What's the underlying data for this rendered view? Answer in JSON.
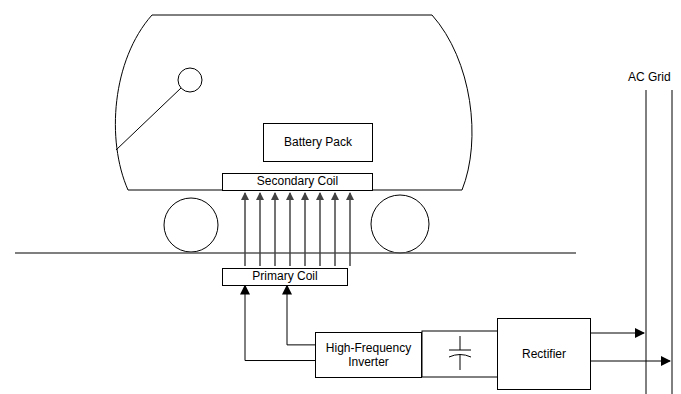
{
  "diagram": {
    "nodes": [
      {
        "text": [
          "Battery Pack"
        ]
      },
      {
        "text": [
          "Secondary Coil"
        ]
      },
      {
        "text": [
          "Primary Coil"
        ]
      },
      {
        "text": [
          "High-Frequency Inverter"
        ]
      },
      {
        "text": [
          "Rectifier"
        ]
      }
    ],
    "edges": [
      {
        "from": 3,
        "to": 2,
        "arrow": "to"
      },
      {
        "from": 3,
        "to": 2,
        "arrow": "to"
      }
    ],
    "labels": [
      "AC Grid"
    ]
  }
}
